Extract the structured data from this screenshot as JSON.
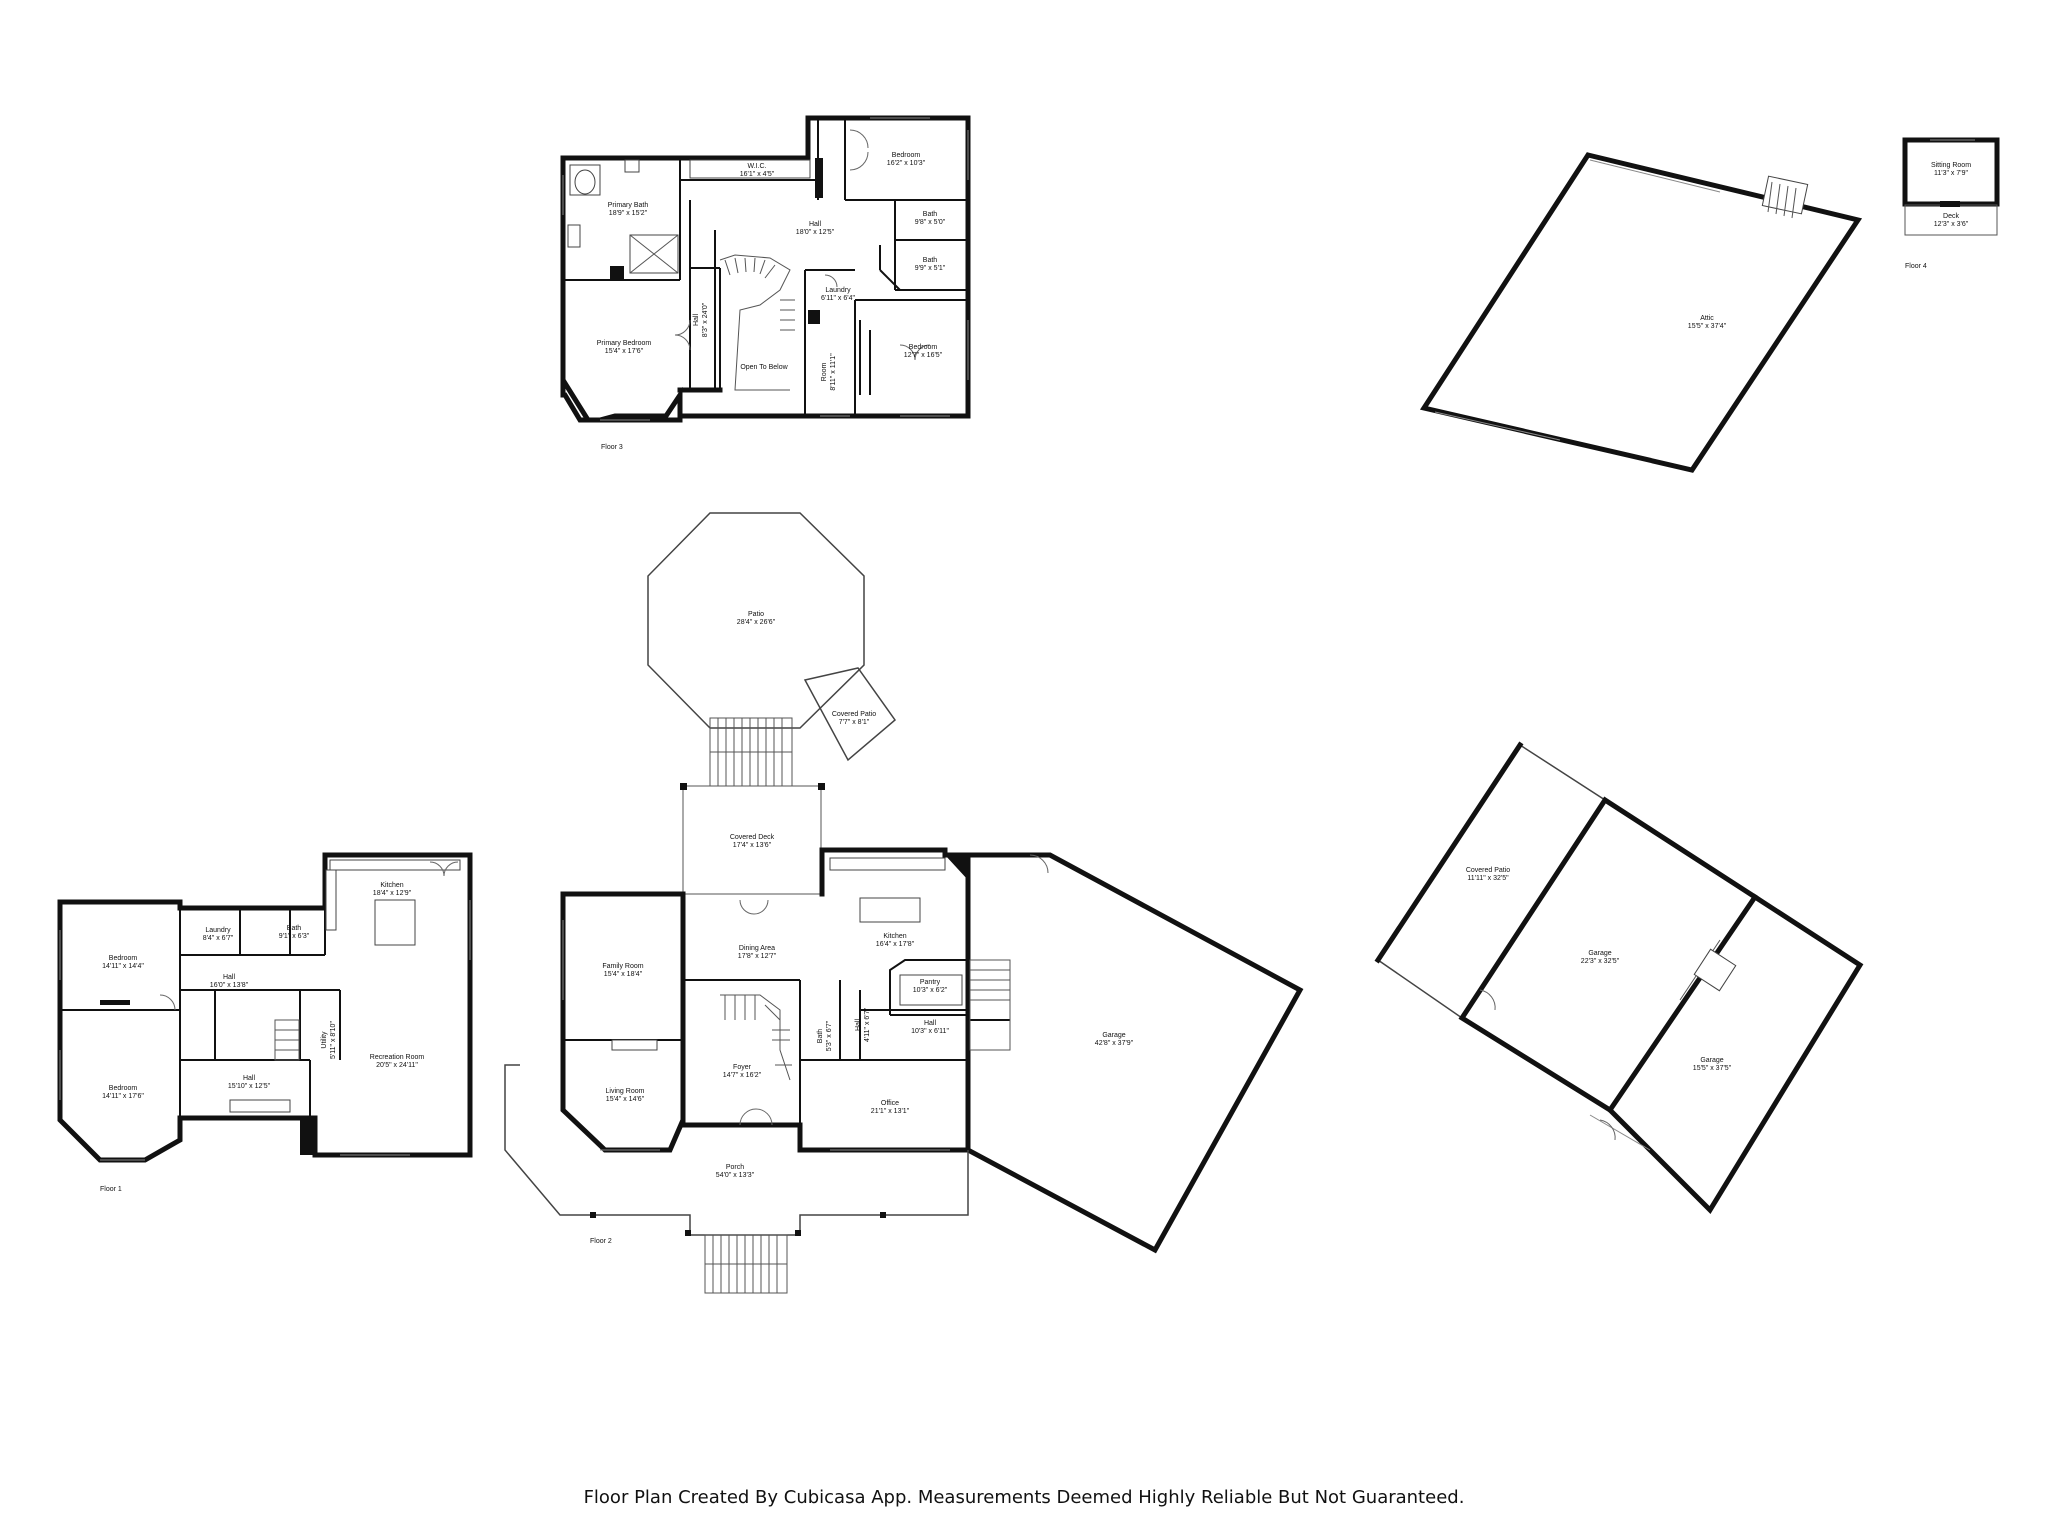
{
  "floors": {
    "floor1": "Floor 1",
    "floor2": "Floor 2",
    "floor3": "Floor 3",
    "floor4": "Floor 4"
  },
  "rooms": {
    "f3_primary_bath": {
      "name": "Primary Bath",
      "dims": "18'9\" x 15'2\""
    },
    "f3_wic": {
      "name": "W.I.C.",
      "dims": "16'1\" x 4'5\""
    },
    "f3_bedroom_top": {
      "name": "Bedroom",
      "dims": "16'2\" x 10'3\""
    },
    "f3_hall": {
      "name": "Hall",
      "dims": "18'0\" x 12'5\""
    },
    "f3_bath1": {
      "name": "Bath",
      "dims": "9'8\" x 5'0\""
    },
    "f3_bath2": {
      "name": "Bath",
      "dims": "9'9\" x 5'1\""
    },
    "f3_laundry": {
      "name": "Laundry",
      "dims": "6'11\" x 6'4\""
    },
    "f3_hall_v": {
      "name": "Hall",
      "dims": "8'3\" x 24'0\""
    },
    "f3_primary_bedroom": {
      "name": "Primary Bedroom",
      "dims": "15'4\" x 17'6\""
    },
    "f3_open_below": {
      "name": "Open To Below",
      "dims": ""
    },
    "f3_room": {
      "name": "Room",
      "dims": "8'11\" x 11'1\""
    },
    "f3_bedroom_right": {
      "name": "Bedroom",
      "dims": "12'7\" x 16'5\""
    },
    "f4_attic": {
      "name": "Attic",
      "dims": "15'5\" x 37'4\""
    },
    "f4_sitting": {
      "name": "Sitting Room",
      "dims": "11'3\" x 7'9\""
    },
    "f4_deck": {
      "name": "Deck",
      "dims": "12'3\" x 3'6\""
    },
    "f2_patio": {
      "name": "Patio",
      "dims": "28'4\" x 26'6\""
    },
    "f2_covered_patio": {
      "name": "Covered Patio",
      "dims": "7'7\" x 8'1\""
    },
    "f2_covered_deck": {
      "name": "Covered Deck",
      "dims": "17'4\" x 13'6\""
    },
    "f2_kitchen": {
      "name": "Kitchen",
      "dims": "16'4\" x 17'8\""
    },
    "f2_dining": {
      "name": "Dining Area",
      "dims": "17'8\" x 12'7\""
    },
    "f2_family": {
      "name": "Family Room",
      "dims": "15'4\" x 18'4\""
    },
    "f2_pantry": {
      "name": "Pantry",
      "dims": "10'3\" x 6'2\""
    },
    "f2_hall_small": {
      "name": "Hall",
      "dims": "10'3\" x 6'11\""
    },
    "f2_hall_v": {
      "name": "Hall",
      "dims": "4'11\" x 6'7\""
    },
    "f2_bath": {
      "name": "Bath",
      "dims": "5'3\" x 6'7\""
    },
    "f2_foyer": {
      "name": "Foyer",
      "dims": "14'7\" x 16'2\""
    },
    "f2_living": {
      "name": "Living Room",
      "dims": "15'4\" x 14'6\""
    },
    "f2_office": {
      "name": "Office",
      "dims": "21'1\" x 13'1\""
    },
    "f2_porch": {
      "name": "Porch",
      "dims": "54'0\" x 13'3\""
    },
    "f2_garage": {
      "name": "Garage",
      "dims": "42'8\" x 37'9\""
    },
    "f1_bedroom_top": {
      "name": "Bedroom",
      "dims": "14'11\" x 14'4\""
    },
    "f1_laundry": {
      "name": "Laundry",
      "dims": "8'4\" x 6'7\""
    },
    "f1_bath": {
      "name": "Bath",
      "dims": "9'1\" x 6'3\""
    },
    "f1_kitchen": {
      "name": "Kitchen",
      "dims": "18'4\" x 12'9\""
    },
    "f1_hall_top": {
      "name": "Hall",
      "dims": "16'0\" x 13'8\""
    },
    "f1_utility": {
      "name": "Utility",
      "dims": "5'11\" x 8'10\""
    },
    "f1_recreation": {
      "name": "Recreation Room",
      "dims": "20'5\" x 24'11\""
    },
    "f1_bedroom_bottom": {
      "name": "Bedroom",
      "dims": "14'11\" x 17'6\""
    },
    "f1_hall_bottom": {
      "name": "Hall",
      "dims": "15'10\" x 12'5\""
    },
    "out_covered_patio": {
      "name": "Covered Patio",
      "dims": "11'11\" x 32'5\""
    },
    "out_garage1": {
      "name": "Garage",
      "dims": "22'3\" x 32'5\""
    },
    "out_garage2": {
      "name": "Garage",
      "dims": "15'5\" x 37'5\""
    }
  },
  "footer": "Floor Plan Created By Cubicasa App. Measurements Deemed Highly Reliable But Not Guaranteed."
}
